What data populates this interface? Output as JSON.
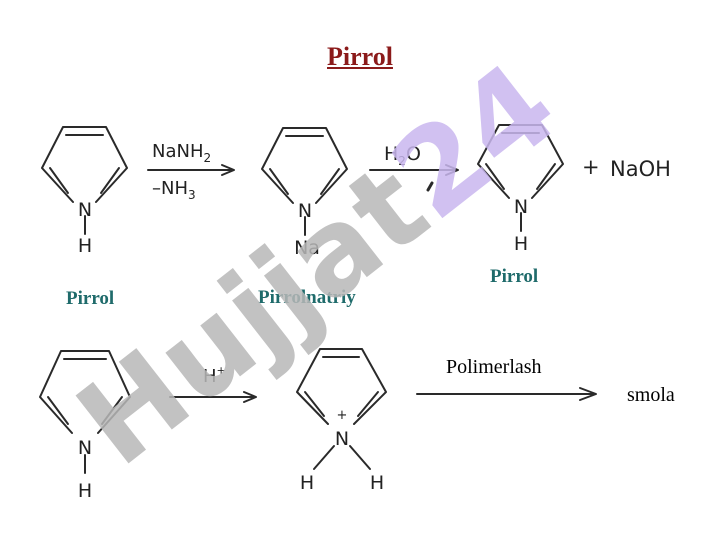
{
  "title": "Pirrol",
  "colors": {
    "title": "#8b1a1a",
    "caption": "#1f6b6b",
    "watermark": "#b8b8b8",
    "watermark_accent": "#c9b7ef"
  },
  "watermark": {
    "text": "Hujjat24"
  },
  "reaction1": {
    "reagent_top": "NaNH",
    "reagent_top_sub": "2",
    "reagent_bottom": "–NH",
    "reagent_bottom_sub": "3",
    "water": "H",
    "water_sub": "2",
    "water_o": "O",
    "plus": "+",
    "product": "NaOH",
    "n_label": "N",
    "h_label": "H",
    "na_label": "Na",
    "captions": {
      "left": "Pirrol",
      "middle": "Pirrolnatriy",
      "right": "Pirrol"
    }
  },
  "reaction2": {
    "reagent": "H",
    "reagent_sup": "+",
    "n_plus": "+",
    "process": "Polimerlash",
    "product": "smola"
  }
}
